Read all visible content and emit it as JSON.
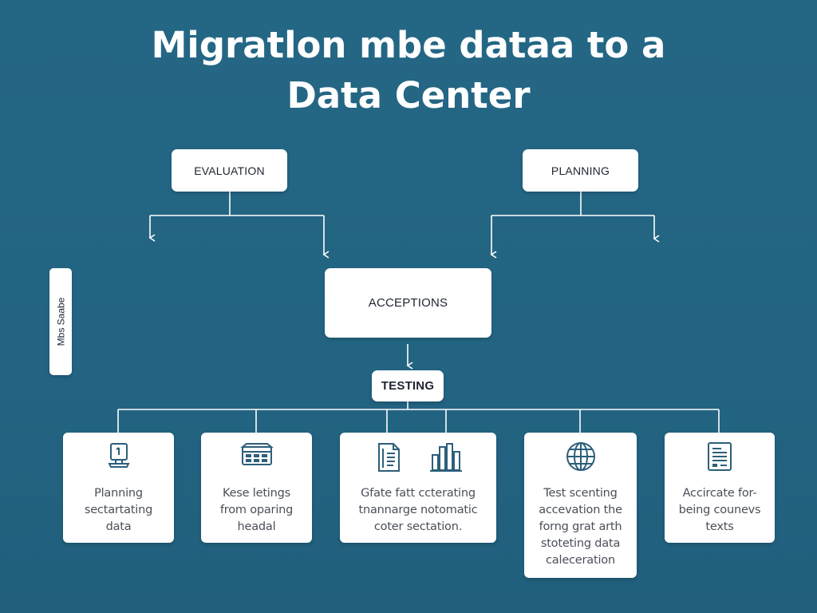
{
  "title": {
    "line1": "Migratlon mbe dataa to a",
    "line2": "Data Center"
  },
  "boxes": {
    "evaluation": "EVALUATION",
    "planning": "PLANNING",
    "acceptions": "ACCEPTIONS",
    "testing": "TESTING"
  },
  "side_tab": "Mbs Saabe",
  "cards": [
    {
      "lines": [
        "Planning",
        "sectartating",
        "data"
      ],
      "icons": [
        "computer-icon"
      ]
    },
    {
      "lines": [
        "Kese letings",
        "from oparing",
        "headal"
      ],
      "icons": [
        "server-rack-icon"
      ]
    },
    {
      "lines": [
        "Gfate fatt ccterating",
        "tnannarge notomatic",
        "coter sectation."
      ],
      "icons": [
        "document-icon",
        "bar-chart-icon"
      ]
    },
    {
      "lines": [
        "Test scenting",
        "accevation the",
        "forng grat arth",
        "stoteting data",
        "caleceration"
      ],
      "icons": [
        "globe-icon"
      ]
    },
    {
      "lines": [
        "Accircate for-",
        "being counevs",
        "texts"
      ],
      "icons": [
        "report-icon"
      ]
    }
  ],
  "colors": {
    "background": "#236684",
    "box": "#ffffff",
    "connector": "#ffffff",
    "icon": "#2c5f7a"
  }
}
